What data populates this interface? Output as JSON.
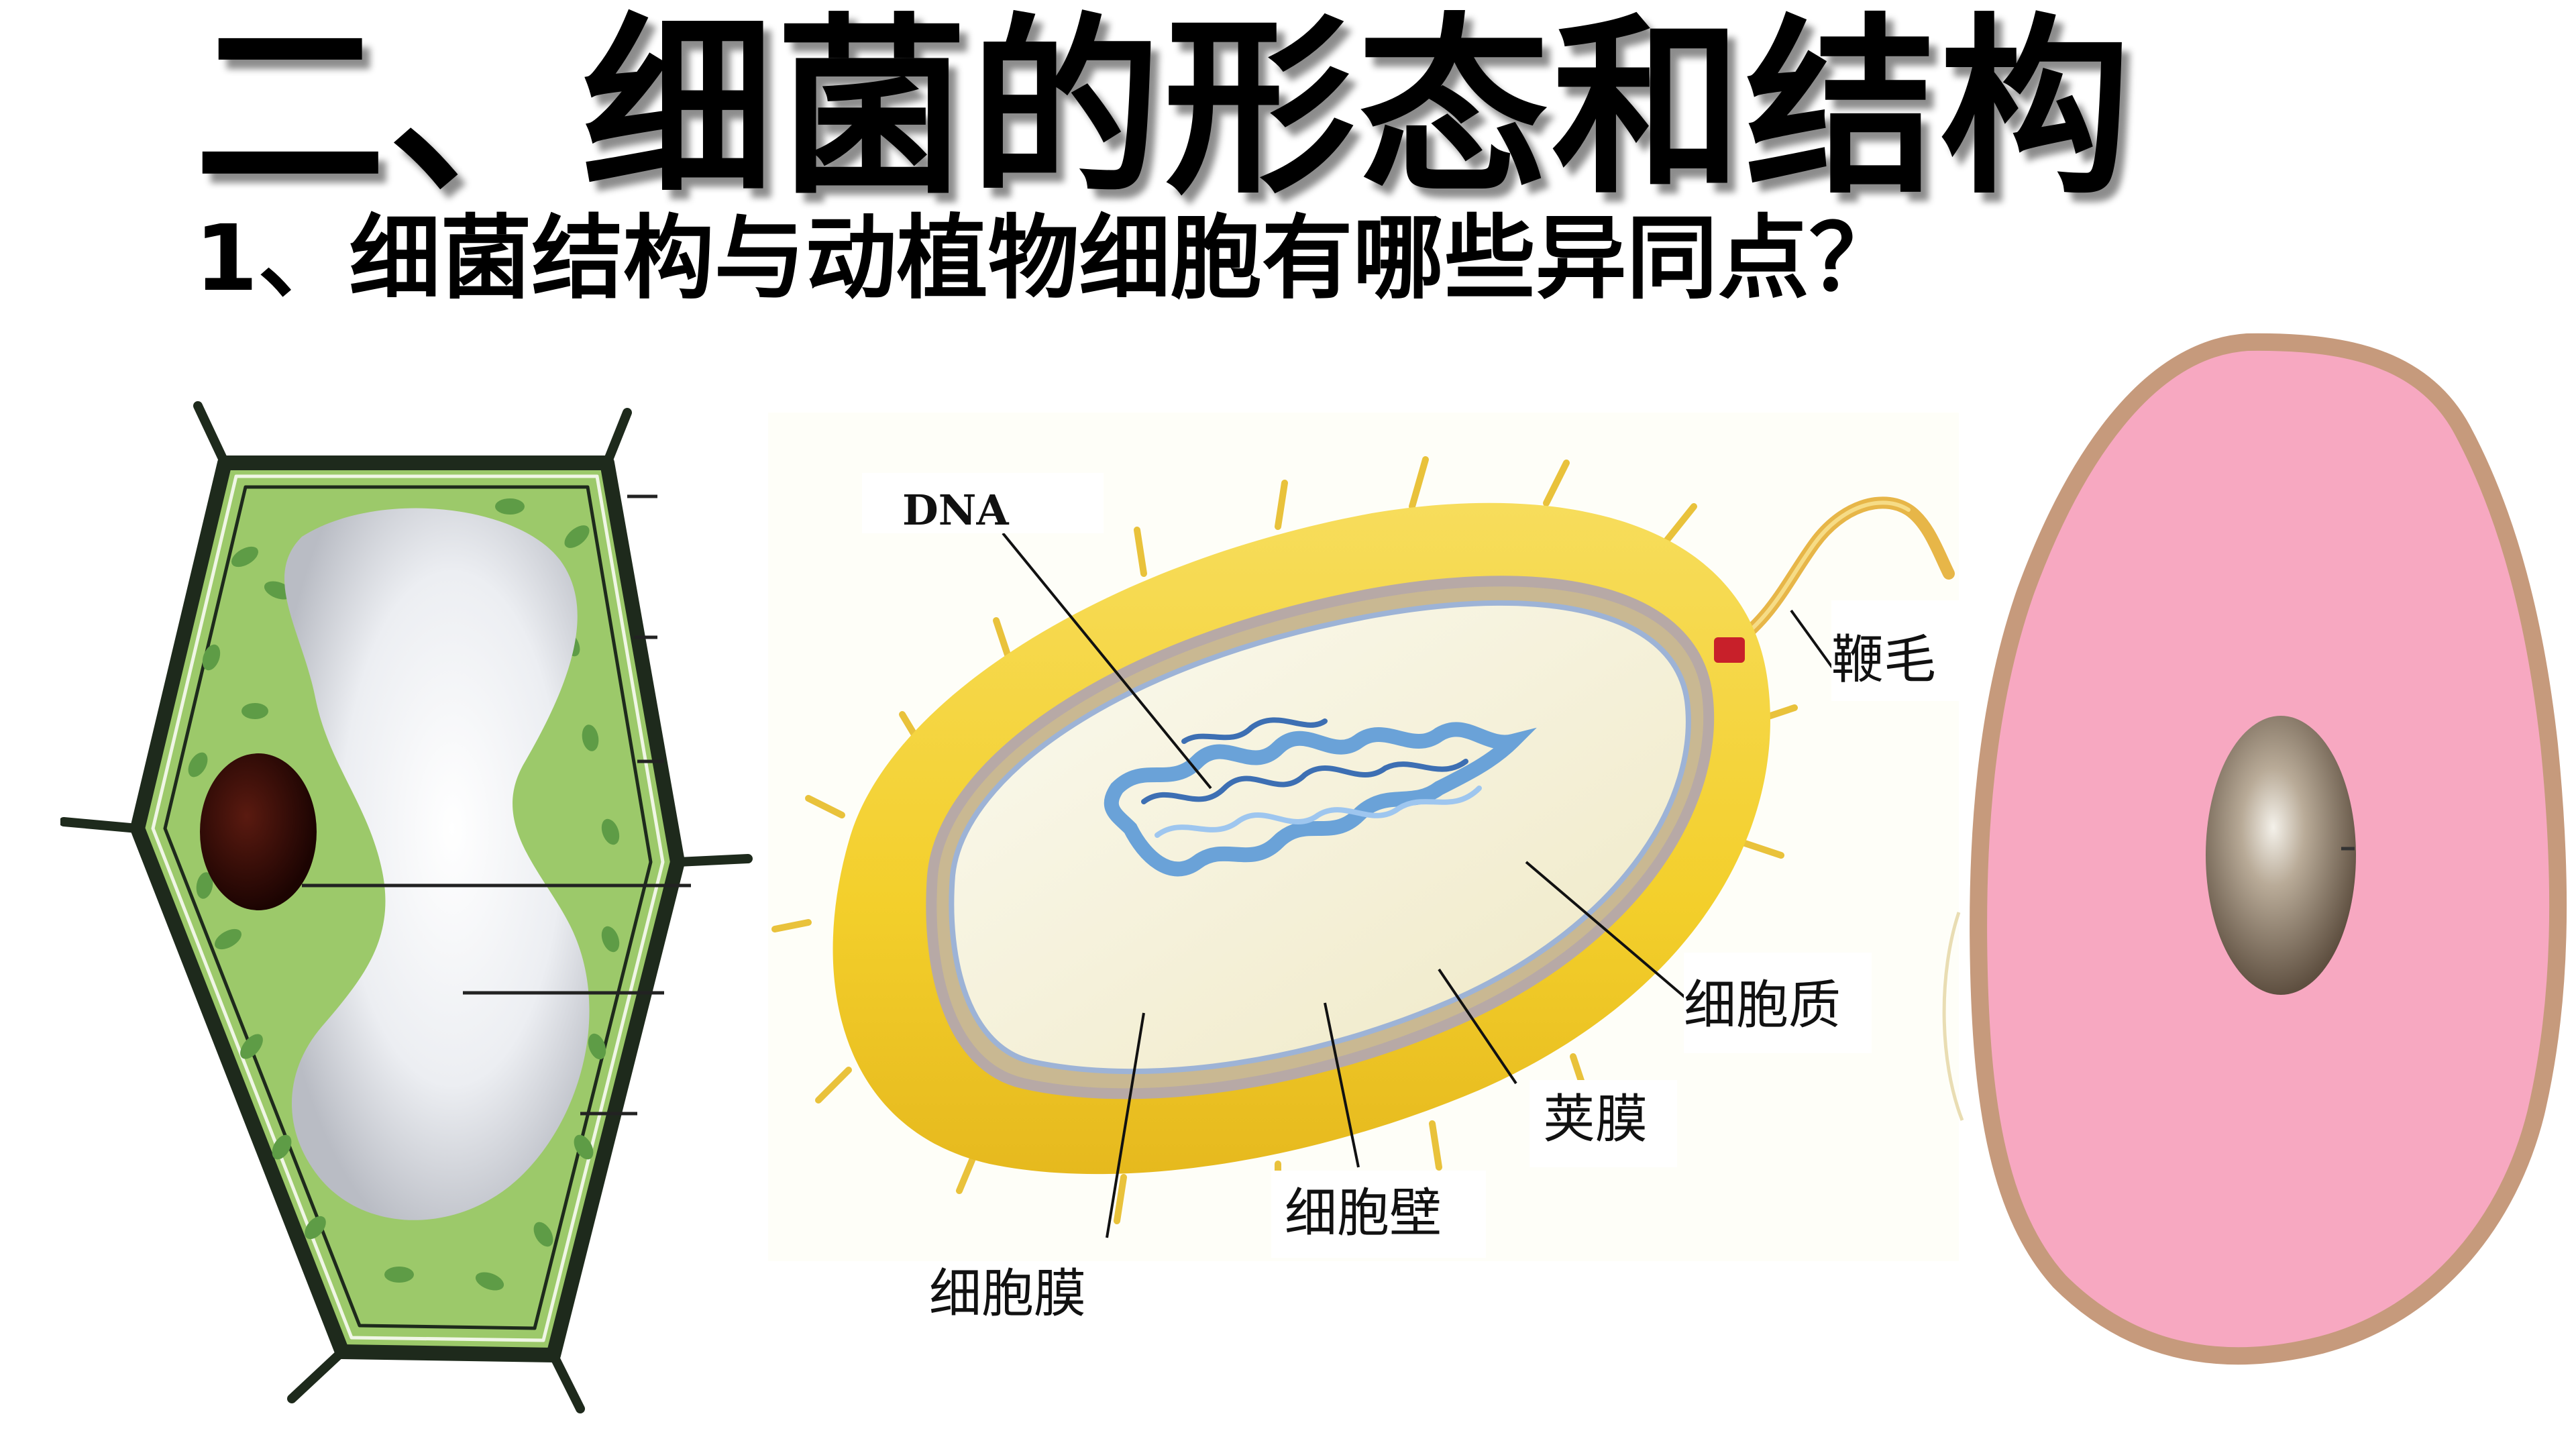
{
  "slide": {
    "title": "二、细菌的形态和结构",
    "subtitle": "1、细菌结构与动植物细胞有哪些异同点？"
  },
  "bacterium": {
    "labels": {
      "dna": "DNA",
      "flagellum": "鞭毛",
      "cytoplasm": "细胞质",
      "capsule": "荚膜",
      "cell_wall": "细胞壁",
      "cell_membrane": "细胞膜"
    }
  },
  "colors": {
    "plant_cytoplasm": "#9cc96a",
    "plant_wall": "#1e2a1c",
    "plant_vacuole": "#e4e6ea",
    "plant_nucleus": "#3a0c08",
    "chloroplast": "#5e9c46",
    "bacterium_capsule": "#f2cf2a",
    "bacterium_inner": "#f6f2d6",
    "bacterium_wall": "#b7a9a6",
    "dna": "#6aa2d8",
    "flagellum_knob": "#c8202a",
    "animal_cytoplasm": "#f7a8c1",
    "animal_membrane": "#c69a7c",
    "animal_nucleus": "#8d7e6c"
  }
}
